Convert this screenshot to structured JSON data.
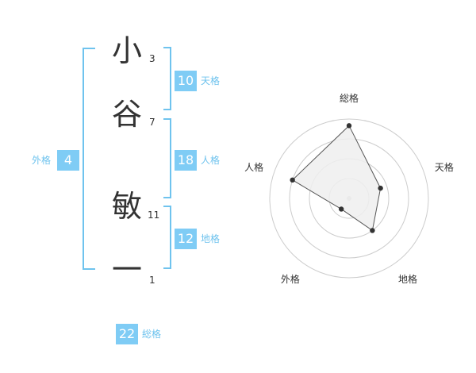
{
  "name_chars": [
    {
      "char": "小",
      "strokes": "3"
    },
    {
      "char": "谷",
      "strokes": "7"
    },
    {
      "char": "敏",
      "strokes": "11"
    },
    {
      "char": "一",
      "strokes": "1"
    }
  ],
  "fortunes": {
    "tenkaku": {
      "value": "10",
      "label": "天格"
    },
    "jinkaku": {
      "value": "18",
      "label": "人格"
    },
    "chikaku": {
      "value": "12",
      "label": "地格"
    },
    "gaikaku": {
      "value": "4",
      "label": "外格"
    },
    "soukaku": {
      "value": "22",
      "label": "総格"
    }
  },
  "colors": {
    "accent": "#7fccf5",
    "accent_text": "#6fc3ee",
    "char_text": "#333333",
    "radar_grid": "#cccccc",
    "radar_point": "#333333",
    "radar_fill": "#eeeeee"
  },
  "chart_data": {
    "type": "radar",
    "axes": [
      "総格",
      "天格",
      "地格",
      "外格",
      "人格"
    ],
    "values": [
      22,
      10,
      12,
      4,
      18
    ],
    "range": [
      0,
      24
    ],
    "rings": 4
  }
}
